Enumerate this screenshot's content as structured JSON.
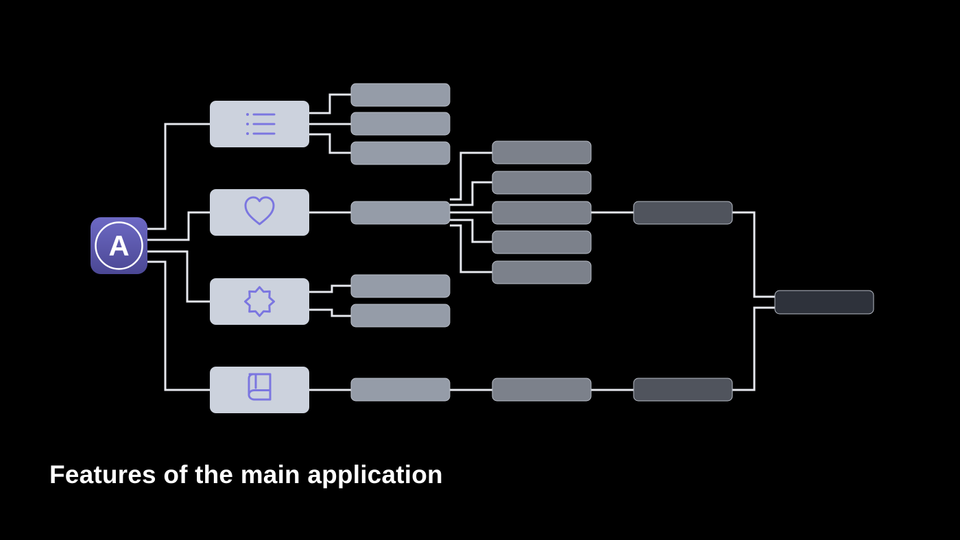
{
  "caption": {
    "text": "Features of the main application"
  },
  "colors": {
    "background": "#000000",
    "connector": "#e6e8ee",
    "app_icon": "#5a57a8",
    "app_icon_letter": "#ffffff",
    "category_card": "#ccd2dd",
    "glyph": "#7b76e0",
    "tier1": "#959ca8",
    "tier2": "#7c818b",
    "tier3": "#50545d",
    "tier4": "#2e323b",
    "caption": "#ffffff"
  },
  "app": {
    "letter": "A",
    "icon": "app-a-icon"
  },
  "categories": [
    {
      "id": "list",
      "icon": "list-icon"
    },
    {
      "id": "favorites",
      "icon": "heart-icon"
    },
    {
      "id": "badge",
      "icon": "badge-icon"
    },
    {
      "id": "book",
      "icon": "book-icon"
    }
  ]
}
